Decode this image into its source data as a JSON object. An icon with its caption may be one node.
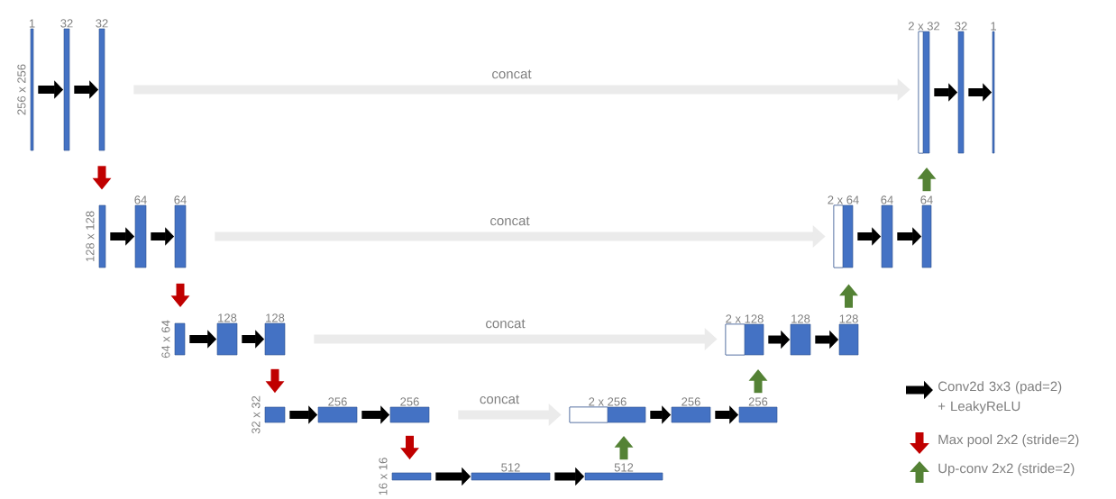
{
  "diagram": {
    "nodes": [
      {
        "text": [
          "1"
        ],
        "beside": [
          "256 x 256"
        ]
      },
      {
        "text": [
          "32"
        ]
      },
      {
        "text": [
          "32"
        ]
      },
      {
        "text": [],
        "shape": "bar",
        "beside": [
          "128 x 128"
        ]
      },
      {
        "text": [
          "64"
        ]
      },
      {
        "text": [
          "64"
        ]
      },
      {
        "text": [],
        "shape": "bar",
        "beside": [
          "64 x 64"
        ]
      },
      {
        "text": [
          "128"
        ]
      },
      {
        "text": [
          "128"
        ]
      },
      {
        "text": [],
        "shape": "bar",
        "beside": [
          "32 x 32"
        ]
      },
      {
        "text": [
          "256"
        ]
      },
      {
        "text": [
          "256"
        ]
      },
      {
        "text": [],
        "shape": "bar",
        "beside": [
          "16 x 16"
        ]
      },
      {
        "text": [
          "512"
        ]
      },
      {
        "text": [
          "512"
        ]
      },
      {
        "text": [
          "2 x 256"
        ]
      },
      {
        "text": [
          "256"
        ]
      },
      {
        "text": [
          "256"
        ]
      },
      {
        "text": [
          "2 x 128"
        ]
      },
      {
        "text": [
          "128"
        ]
      },
      {
        "text": [
          "128"
        ]
      },
      {
        "text": [
          "2 x 64"
        ]
      },
      {
        "text": [
          "64"
        ]
      },
      {
        "text": [
          "64"
        ]
      },
      {
        "text": [
          "2 x 32"
        ]
      },
      {
        "text": [
          "32"
        ]
      },
      {
        "text": [
          "1"
        ]
      }
    ],
    "edges": [
      {
        "from": 0,
        "to": 1,
        "arrow": "to"
      },
      {
        "from": 1,
        "to": 2,
        "arrow": "to"
      },
      {
        "from": 3,
        "to": 4,
        "arrow": "to"
      },
      {
        "from": 4,
        "to": 5,
        "arrow": "to"
      },
      {
        "from": 6,
        "to": 7,
        "arrow": "to"
      },
      {
        "from": 7,
        "to": 8,
        "arrow": "to"
      },
      {
        "from": 9,
        "to": 10,
        "arrow": "to"
      },
      {
        "from": 10,
        "to": 11,
        "arrow": "to"
      },
      {
        "from": 12,
        "to": 13,
        "arrow": "to"
      },
      {
        "from": 13,
        "to": 14,
        "arrow": "to"
      },
      {
        "from": 15,
        "to": 16,
        "arrow": "to"
      },
      {
        "from": 16,
        "to": 17,
        "arrow": "to"
      },
      {
        "from": 18,
        "to": 19,
        "arrow": "to"
      },
      {
        "from": 19,
        "to": 20,
        "arrow": "to"
      },
      {
        "from": 21,
        "to": 22,
        "arrow": "to"
      },
      {
        "from": 22,
        "to": 23,
        "arrow": "to"
      },
      {
        "from": 24,
        "to": 25,
        "arrow": "to"
      },
      {
        "from": 25,
        "to": 26,
        "arrow": "to"
      },
      {
        "from": 2,
        "to": 3,
        "arrow": "to",
        "color": "#c00000"
      },
      {
        "from": 5,
        "to": 6,
        "arrow": "to",
        "color": "#c00000"
      },
      {
        "from": 8,
        "to": 9,
        "arrow": "to",
        "color": "#c00000"
      },
      {
        "from": 11,
        "to": 12,
        "arrow": "to",
        "color": "#c00000"
      },
      {
        "from": 14,
        "to": 15,
        "arrow": "to",
        "color": "#548235"
      },
      {
        "from": 17,
        "to": 18,
        "arrow": "to",
        "color": "#548235"
      },
      {
        "from": 20,
        "to": 21,
        "arrow": "to",
        "color": "#548235"
      },
      {
        "from": 23,
        "to": 24,
        "arrow": "to",
        "color": "#548235"
      },
      {
        "from": 2,
        "to": 24,
        "arrow": "to",
        "label": "concat",
        "color": "#ebebeb"
      },
      {
        "from": 5,
        "to": 21,
        "arrow": "to",
        "label": "concat",
        "color": "#ebebeb"
      },
      {
        "from": 8,
        "to": 18,
        "arrow": "to",
        "label": "concat",
        "color": "#ebebeb"
      },
      {
        "from": 11,
        "to": 15,
        "arrow": "to",
        "label": "concat",
        "color": "#ebebeb"
      }
    ],
    "legend": [
      {
        "text": "Conv2d 3x3 (pad=2) + LeakyReLU"
      },
      {
        "text": "Max pool 2x2 (stride=2)"
      },
      {
        "text": "Up-conv 2x2 (stride=2)"
      }
    ]
  }
}
